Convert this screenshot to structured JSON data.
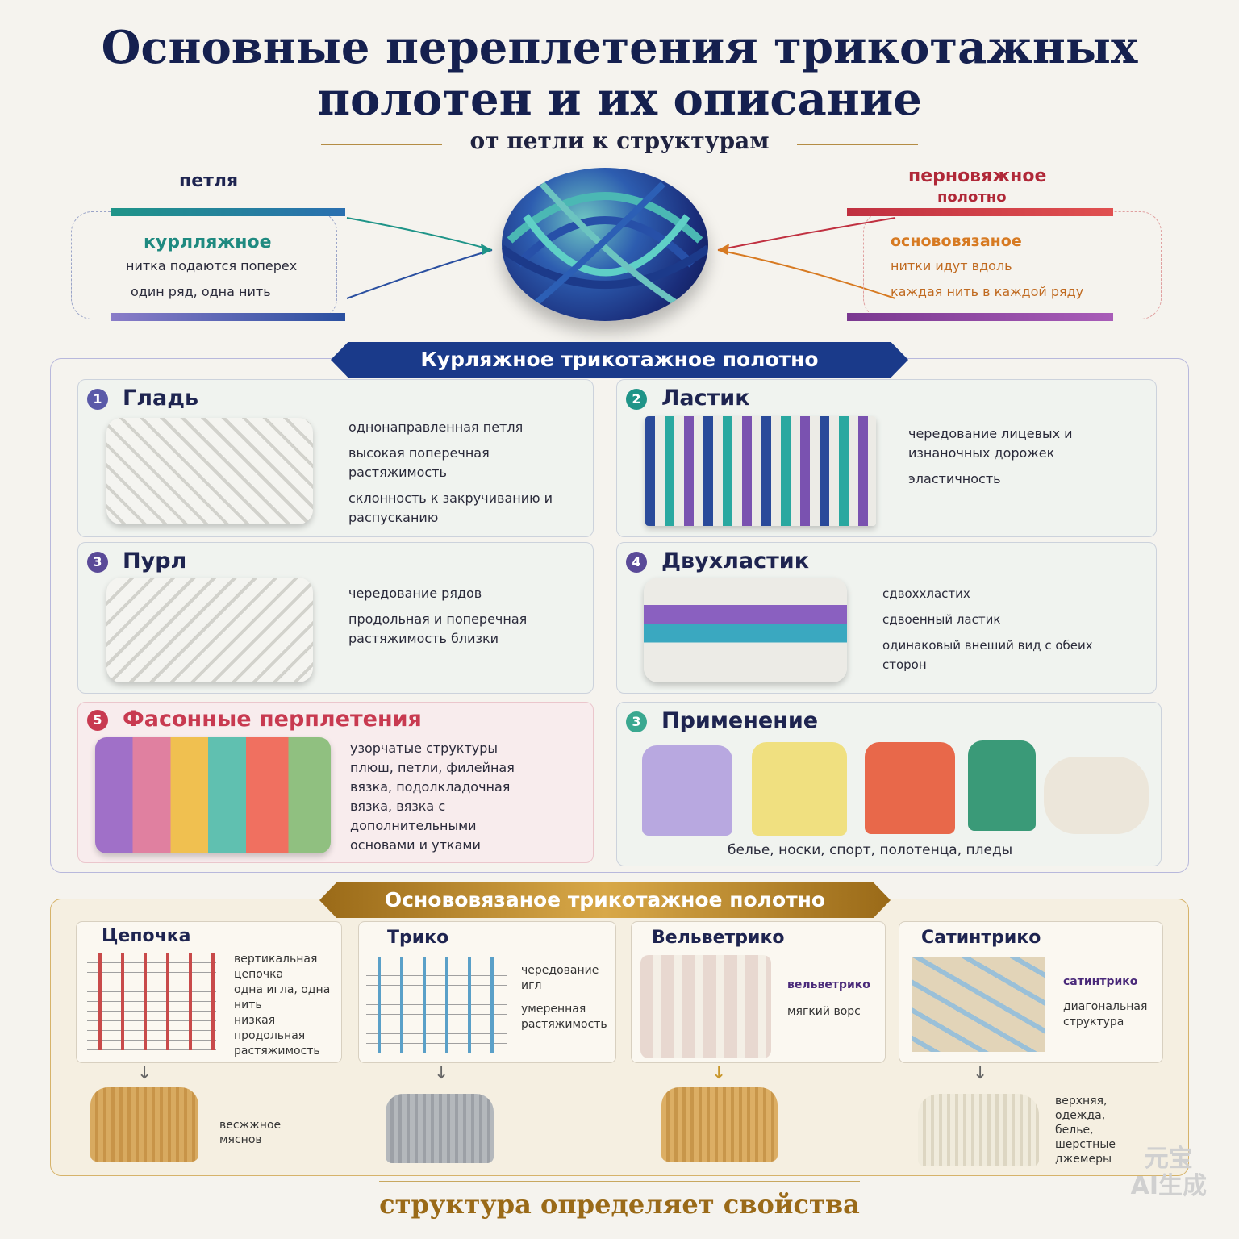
{
  "title_line1": "Основные переплетения трикотажных",
  "title_line2": "полотен и их описание",
  "subtitle": "от петли к структурам",
  "left_header": "петля",
  "left_box": {
    "heading": "курлляжное",
    "line1": "нитка подаются поперех",
    "line2": "один ряд, одна нить"
  },
  "right_header_1": "перновяжное",
  "right_header_2": "полотно",
  "right_box": {
    "heading": "основовязаное",
    "line1": "нитки идут вдоль",
    "line2": "каждая нить в каждой ряду"
  },
  "weft_banner": "Курляжное трикотажное полотно",
  "cards": [
    {
      "num": "1",
      "title": "Гладь",
      "lines": [
        "однонаправленная петля",
        "высокая поперечная растяжимость",
        "склонность к закручиванию и распусканию"
      ]
    },
    {
      "num": "2",
      "title": "Ластик",
      "lines": [
        "чередование лицевых и изнаночных дорожек",
        "эластичность"
      ]
    },
    {
      "num": "3",
      "title": "Пурл",
      "lines": [
        "чередование рядов",
        "продольная и поперечная растяжимость близки"
      ]
    },
    {
      "num": "4",
      "title": "Двухластик",
      "lines": [
        "сдвоххластих",
        "сдвоенный ластик",
        "одинаковый внеший вид с обеих сторон"
      ]
    },
    {
      "num": "5",
      "title": "Фасонные перплетения",
      "lines": [
        "узорчатые структуры плюш, петли, филейная вязка, подолкладочная вязка, вязка с дополнительными основами и утками"
      ]
    },
    {
      "num": "3",
      "title": "Применение",
      "lines": [
        "белье, носки, спорт, полотенца, пледы"
      ]
    }
  ],
  "warp_banner": "Основовязаное трикотажное полотно",
  "warp_cards": [
    {
      "title": "Цепочка",
      "lines": [
        "вертикальная цепочка",
        "одна игла, одна нить",
        "низкая продольная растяжимость"
      ],
      "garment": [
        "весжжное",
        "мяснов"
      ]
    },
    {
      "title": "Трико",
      "lines": [
        "чередование игл",
        "умеренная растяжимость"
      ],
      "garment": []
    },
    {
      "title": "Вельветрико",
      "lines": [
        "вельветрико",
        "мягкий ворс"
      ],
      "garment": []
    },
    {
      "title": "Сатинтрико",
      "lines": [
        "сатинтрико",
        "диагональная структура"
      ],
      "garment": [
        "верхняя, одежда, белье, шерстные джемеры"
      ]
    }
  ],
  "footer": "структура определяет свойства",
  "watermark_1": "元宝",
  "watermark_2": "AI生成",
  "colors": {
    "navy": "#15204f",
    "teal": "#1f9488",
    "red": "#c03040",
    "orange": "#d77a22",
    "gold": "#b98a30",
    "purple": "#6a4fa0"
  }
}
